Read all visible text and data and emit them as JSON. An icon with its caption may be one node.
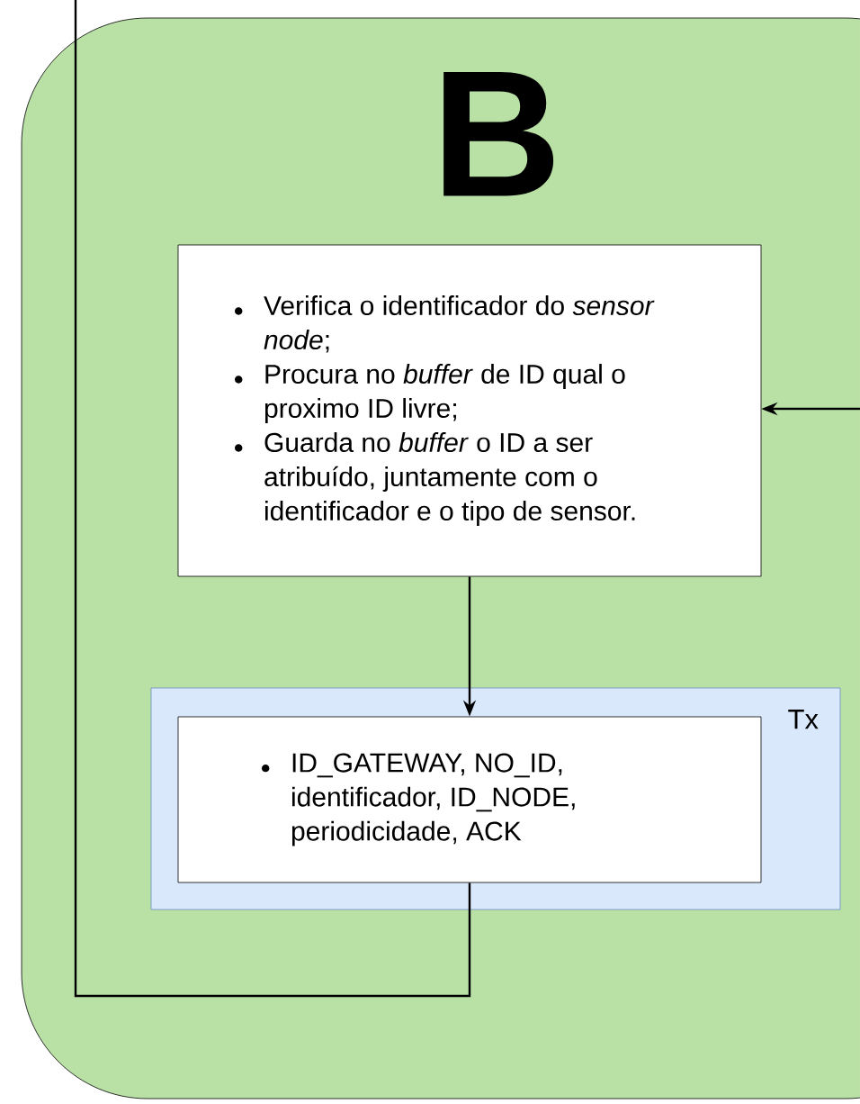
{
  "diagram": {
    "nodes": [
      {
        "text": [
          "B"
        ]
      },
      {
        "text": [
          "Verifica o identificador do *sensor node*;",
          "Procura no *buffer* de ID qual o proximo ID livre;",
          "Guarda no *buffer* o ID a ser atribuído, juntamente com o identificador e o tipo de sensor."
        ],
        "in": 0
      },
      {
        "text": [
          "Tx"
        ],
        "in": 0
      },
      {
        "text": [
          "ID_GATEWAY, NO_ID, identificador, ID_NODE, periodicidade, ACK"
        ],
        "in": 2
      }
    ],
    "edges": [
      {
        "from": 1,
        "to": 3,
        "arrow": "to"
      },
      {
        "from": null,
        "to": 1,
        "arrow": "to"
      },
      {
        "from": 3,
        "to": null,
        "arrow": "none"
      }
    ]
  }
}
